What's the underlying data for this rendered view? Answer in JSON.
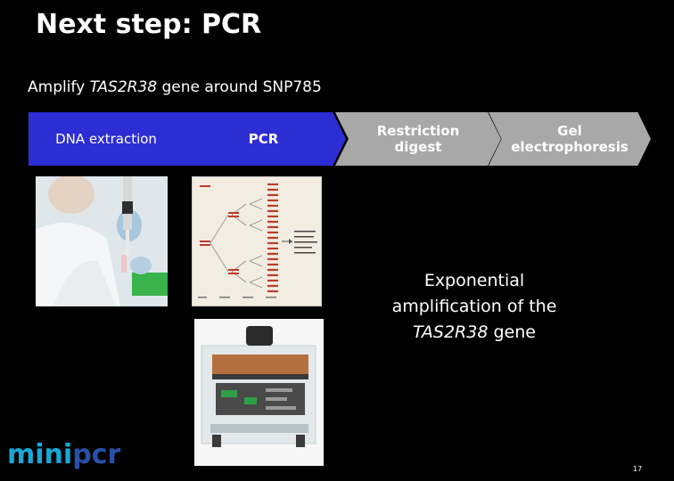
{
  "slide": {
    "title": "Next step: PCR",
    "subtitle": {
      "prefix": "Amplify ",
      "gene": "TAS2R38",
      "suffix": " gene around SNP785"
    },
    "page_number": "17"
  },
  "steps": [
    {
      "label": "DNA extraction",
      "state": "active",
      "color": "#2d2dd4"
    },
    {
      "label": "PCR",
      "state": "active",
      "color": "#2d2dd4"
    },
    {
      "label_line1": "Restriction",
      "label_line2": "digest",
      "state": "inactive",
      "color": "#a8a8a8"
    },
    {
      "label_line1": "Gel",
      "label_line2": "electrophoresis",
      "state": "inactive",
      "color": "#a8a8a8"
    }
  ],
  "caption": {
    "line1": "Exponential",
    "line2": "amplification of the",
    "gene": "TAS2R38",
    "gene_suffix": " gene"
  },
  "logo": {
    "part1": "mini",
    "part2": "pcr",
    "colors": {
      "mini": "#17a8d8",
      "pcr": "#2a4fa8"
    }
  },
  "images": [
    {
      "name": "lab-pipette-photo",
      "icon": "scientist-pipetting"
    },
    {
      "name": "pcr-diagram",
      "icon": "exponential-amplification-diagram"
    },
    {
      "name": "minipcr-device-photo",
      "icon": "thermal-cycler-device"
    }
  ]
}
